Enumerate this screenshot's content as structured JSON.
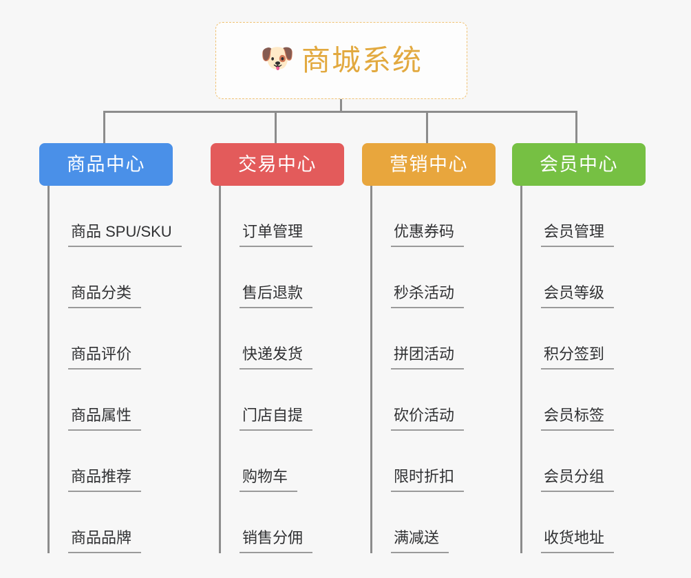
{
  "background_color": "#f7f7f7",
  "root": {
    "icon": "shiba-dog-face-emoji",
    "emoji": "🐶",
    "title": "商城系统",
    "title_color": "#e2a93f",
    "border_color": "#f0c070"
  },
  "connector_color": "#8c8c8c",
  "columns": [
    {
      "id": "product-center",
      "title": "商品中心",
      "color": "#4a90e8",
      "items": [
        "商品 SPU/SKU",
        "商品分类",
        "商品评价",
        "商品属性",
        "商品推荐",
        "商品品牌"
      ]
    },
    {
      "id": "trade-center",
      "title": "交易中心",
      "color": "#e35b5b",
      "items": [
        "订单管理",
        "售后退款",
        "快递发货",
        "门店自提",
        "购物车",
        "销售分佣"
      ]
    },
    {
      "id": "marketing-center",
      "title": "营销中心",
      "color": "#e8a63d",
      "items": [
        "优惠券码",
        "秒杀活动",
        "拼团活动",
        "砍价活动",
        "限时折扣",
        "满减送"
      ]
    },
    {
      "id": "member-center",
      "title": "会员中心",
      "color": "#76c043",
      "items": [
        "会员管理",
        "会员等级",
        "积分签到",
        "会员标签",
        "会员分组",
        "收货地址"
      ]
    }
  ]
}
